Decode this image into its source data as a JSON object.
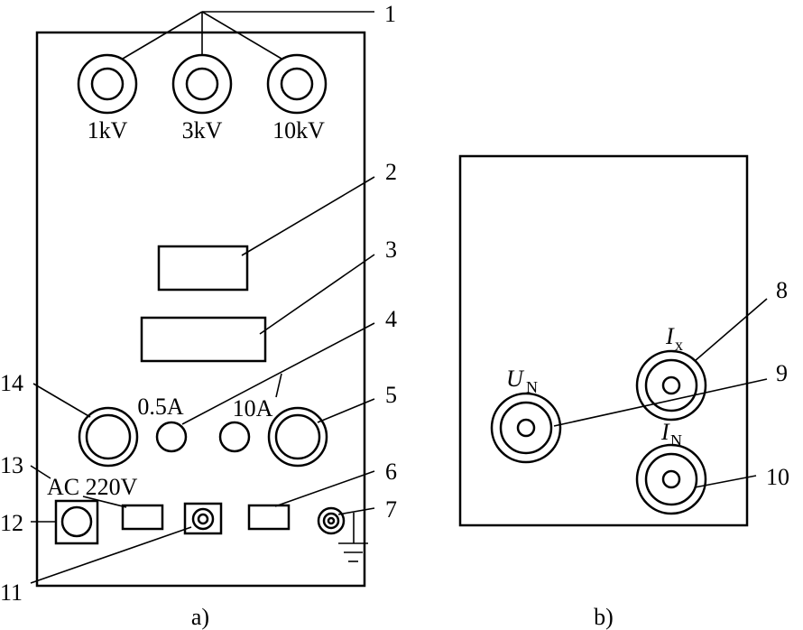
{
  "panel_a": {
    "caption": "a)",
    "voltage_terminals": [
      "1kV",
      "3kV",
      "10kV"
    ],
    "current_labels": {
      "low": "0.5A",
      "high": "10A"
    },
    "power_label": "AC 220V"
  },
  "panel_b": {
    "caption": "b)",
    "terminals": {
      "un": {
        "main": "U",
        "sub": "N"
      },
      "ix": {
        "main": "I",
        "sub": "x"
      },
      "in": {
        "main": "I",
        "sub": "N"
      }
    }
  },
  "callouts": [
    "1",
    "2",
    "3",
    "4",
    "5",
    "6",
    "7",
    "8",
    "9",
    "10",
    "11",
    "12",
    "13",
    "14"
  ]
}
